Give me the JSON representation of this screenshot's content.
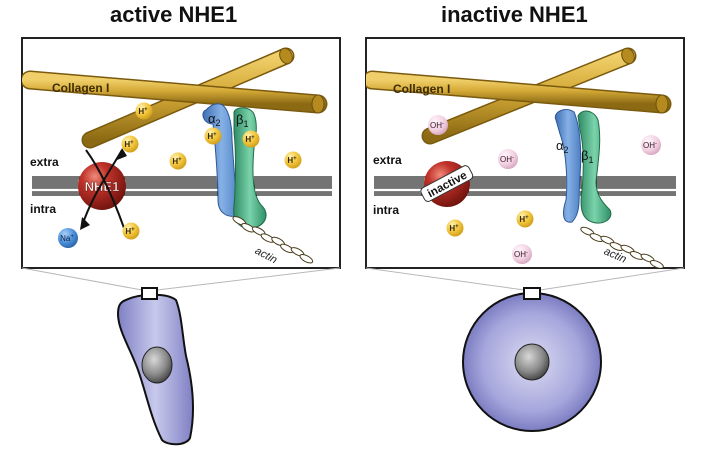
{
  "panels": {
    "active": {
      "title": "active NHE1",
      "collagen_label": "Collagen I",
      "extra_label": "extra",
      "intra_label": "intra",
      "nhe1_label": "NHE1",
      "alpha_label": "α",
      "alpha_sub": "2",
      "beta_label": "β",
      "beta_sub": "1",
      "actin_label": "actin",
      "proton_label": "H",
      "proton_charge": "+",
      "sodium_label": "Na",
      "sodium_charge": "+"
    },
    "inactive": {
      "title": "inactive NHE1",
      "collagen_label": "Collagen I",
      "extra_label": "extra",
      "intra_label": "intra",
      "nhe1_label": "inactive",
      "alpha_label": "α",
      "alpha_sub": "2",
      "beta_label": "β",
      "beta_sub": "1",
      "actin_label": "actin",
      "proton_label": "H",
      "proton_charge": "+",
      "hydroxide_label": "OH",
      "hydroxide_charge": "-"
    }
  },
  "colors": {
    "collagen": "#c9a233",
    "membrane": "#222222",
    "nhe1_red": "#b3251f",
    "alpha_blue": "#6b9ad6",
    "beta_green": "#4fb58a",
    "proton_yellow": "#f2c53d",
    "sodium_blue": "#4a8fd8",
    "hydroxide_pink": "#efc7dc",
    "cell_fill": "#8f90cf"
  }
}
